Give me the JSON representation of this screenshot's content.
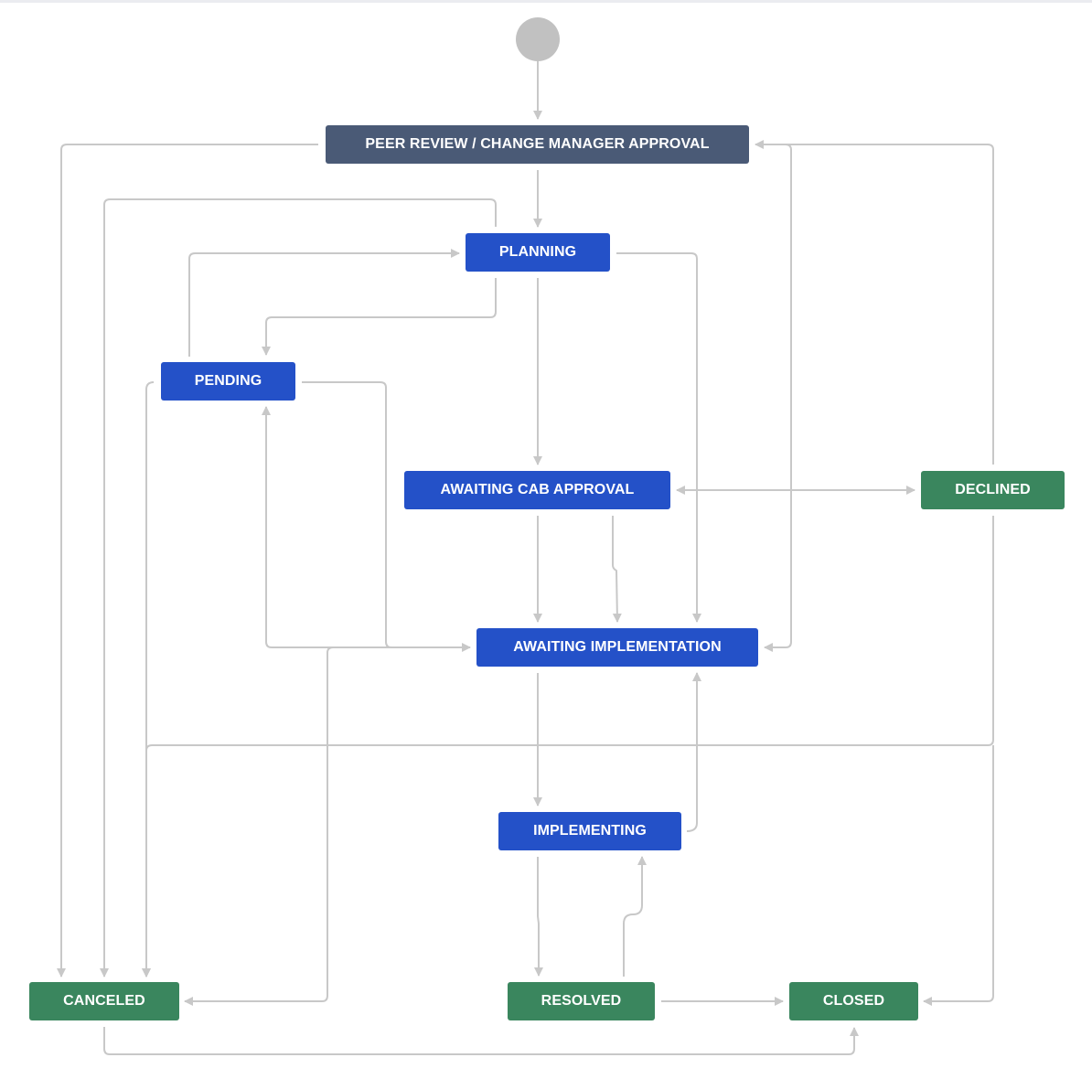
{
  "colors": {
    "initial": "#4a5a76",
    "in_progress": "#2451c8",
    "done": "#3a865e",
    "start": "#c1c1c1",
    "edge": "#c8c8c8"
  },
  "statuses": {
    "peer_review": {
      "label": "PEER REVIEW / CHANGE MANAGER APPROVAL",
      "category": "initial"
    },
    "planning": {
      "label": "PLANNING",
      "category": "in_progress"
    },
    "pending": {
      "label": "PENDING",
      "category": "in_progress"
    },
    "awaiting_cab_approval": {
      "label": "AWAITING CAB APPROVAL",
      "category": "in_progress"
    },
    "declined": {
      "label": "DECLINED",
      "category": "done"
    },
    "awaiting_implementation": {
      "label": "AWAITING IMPLEMENTATION",
      "category": "in_progress"
    },
    "implementing": {
      "label": "IMPLEMENTING",
      "category": "in_progress"
    },
    "canceled": {
      "label": "CANCELED",
      "category": "done"
    },
    "resolved": {
      "label": "RESOLVED",
      "category": "done"
    },
    "closed": {
      "label": "CLOSED",
      "category": "done"
    }
  },
  "transitions": [
    {
      "from": "start",
      "to": "peer_review"
    },
    {
      "from": "peer_review",
      "to": "planning"
    },
    {
      "from": "peer_review",
      "to": "canceled"
    },
    {
      "from": "planning",
      "to": "canceled"
    },
    {
      "from": "pending",
      "to": "planning"
    },
    {
      "from": "planning",
      "to": "pending"
    },
    {
      "from": "planning",
      "to": "awaiting_cab_approval"
    },
    {
      "from": "planning",
      "to": "awaiting_implementation"
    },
    {
      "from": "pending",
      "to": "canceled"
    },
    {
      "from": "pending",
      "to": "awaiting_implementation"
    },
    {
      "from": "awaiting_implementation",
      "to": "pending"
    },
    {
      "from": "awaiting_cab_approval",
      "to": "declined"
    },
    {
      "from": "declined",
      "to": "awaiting_cab_approval"
    },
    {
      "from": "declined",
      "to": "peer_review"
    },
    {
      "from": "peer_review",
      "to": "awaiting_implementation"
    },
    {
      "from": "awaiting_cab_approval",
      "to": "awaiting_implementation"
    },
    {
      "from": "declined",
      "to": "canceled"
    },
    {
      "from": "declined",
      "to": "closed"
    },
    {
      "from": "awaiting_implementation",
      "to": "implementing"
    },
    {
      "from": "awaiting_implementation",
      "to": "canceled"
    },
    {
      "from": "implementing",
      "to": "awaiting_implementation"
    },
    {
      "from": "implementing",
      "to": "resolved"
    },
    {
      "from": "resolved",
      "to": "implementing"
    },
    {
      "from": "resolved",
      "to": "closed"
    },
    {
      "from": "canceled",
      "to": "closed"
    }
  ]
}
